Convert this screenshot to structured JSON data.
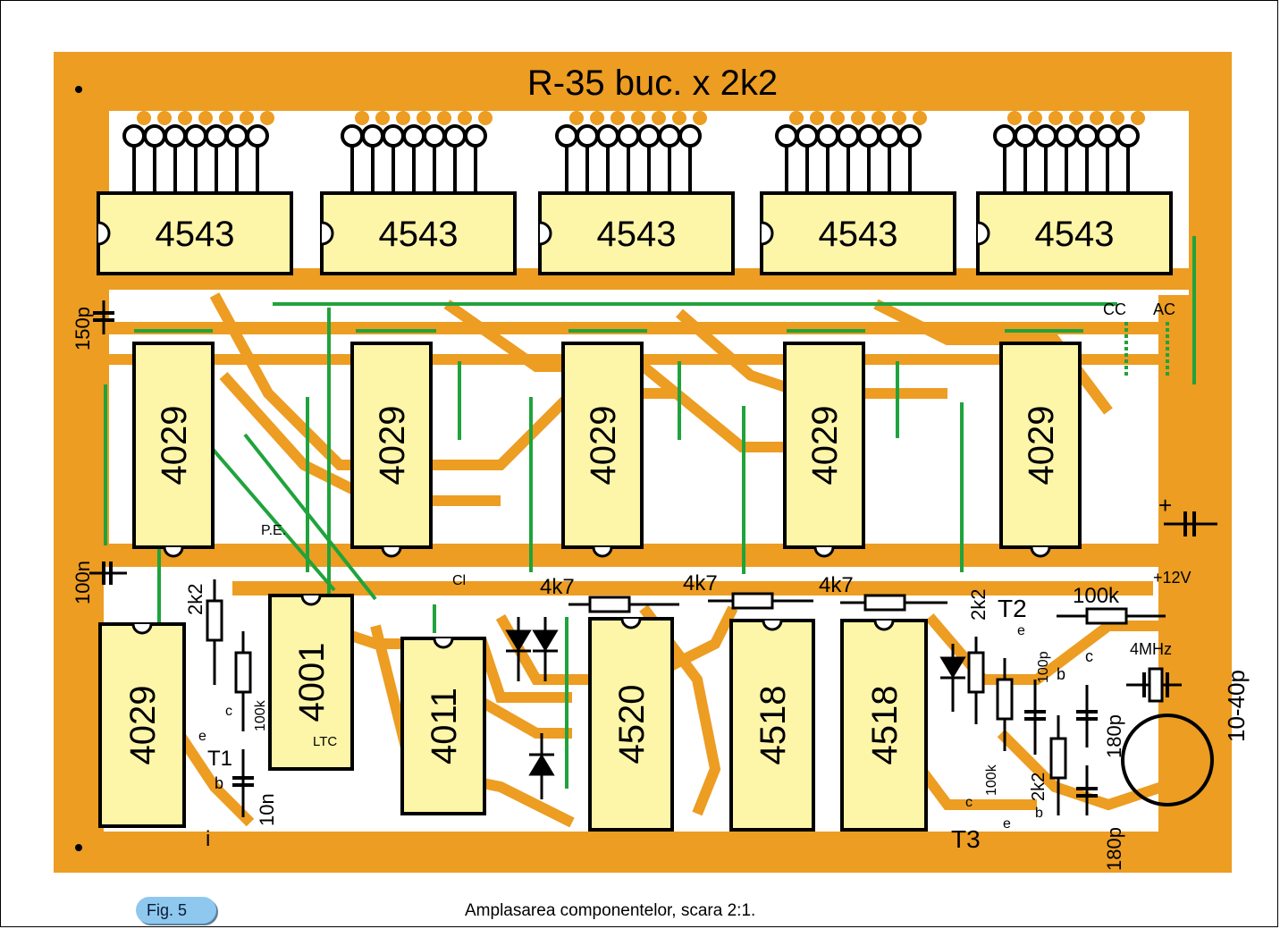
{
  "board": {
    "title": "R-35 buc. x 2k2",
    "colors": {
      "copper": "#ec9d22",
      "ic_fill": "#fdf5a8",
      "jumper": "#20a33c",
      "ink": "#000000",
      "hole": "#ffffff"
    }
  },
  "displays": {
    "count": 5,
    "pins_per_group": 7
  },
  "ics": {
    "decoders": [
      "4543",
      "4543",
      "4543",
      "4543",
      "4543"
    ],
    "counters": [
      "4029",
      "4029",
      "4029",
      "4029",
      "4029"
    ],
    "bottom": [
      "4029",
      "4001",
      "4011",
      "4520",
      "4518",
      "4518"
    ]
  },
  "labels": {
    "c150p": "150p",
    "c100n": "100n",
    "r2k2_left": "2k2",
    "t1_e": "e",
    "t1": "T1",
    "t1_b": "b",
    "t1_c": "c",
    "t1_bottom": "i",
    "r100k_left": "100k",
    "c10n": "10n",
    "pe": "P.E.",
    "ltc": "LTC",
    "cl": "Cl",
    "r4k7_a": "4k7",
    "r4k7_b": "4k7",
    "r4k7_c": "4k7",
    "cc": "CC",
    "ac": "AC",
    "plus": "+",
    "v12": "+12V",
    "r2k2_t2": "2k2",
    "t2": "T2",
    "t2_e": "e",
    "t2_b": "b",
    "t2_c": "c",
    "r100k_top": "100k",
    "c100p": "100p",
    "xtal": "4MHz",
    "c180p_a": "180p",
    "c180p_b": "180p",
    "trimmer": "10-40p",
    "r100k_t3": "100k",
    "r2k2_t3": "2k2",
    "t3_c": "c",
    "t3": "T3",
    "t3_e": "e",
    "t3_b": "b"
  },
  "figure": {
    "badge": "Fig. 5",
    "caption": "Amplasarea componentelor, scara 2:1."
  }
}
